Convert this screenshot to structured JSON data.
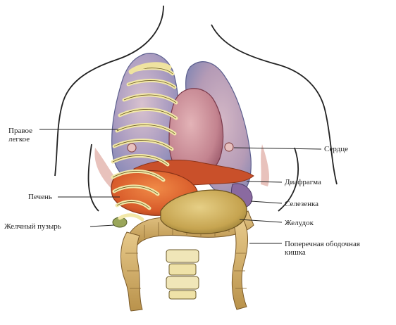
{
  "labels": {
    "right_lung_line1": "Правое",
    "right_lung_line2": "легкое",
    "liver": "Печень",
    "gallbladder": "Желчный пузырь",
    "heart": "Сердце",
    "diaphragm": "Диафрагма",
    "spleen": "Селезенка",
    "stomach": "Желудок",
    "colon_line1": "Поперечная ободочная",
    "colon_line2": "кишка"
  }
}
